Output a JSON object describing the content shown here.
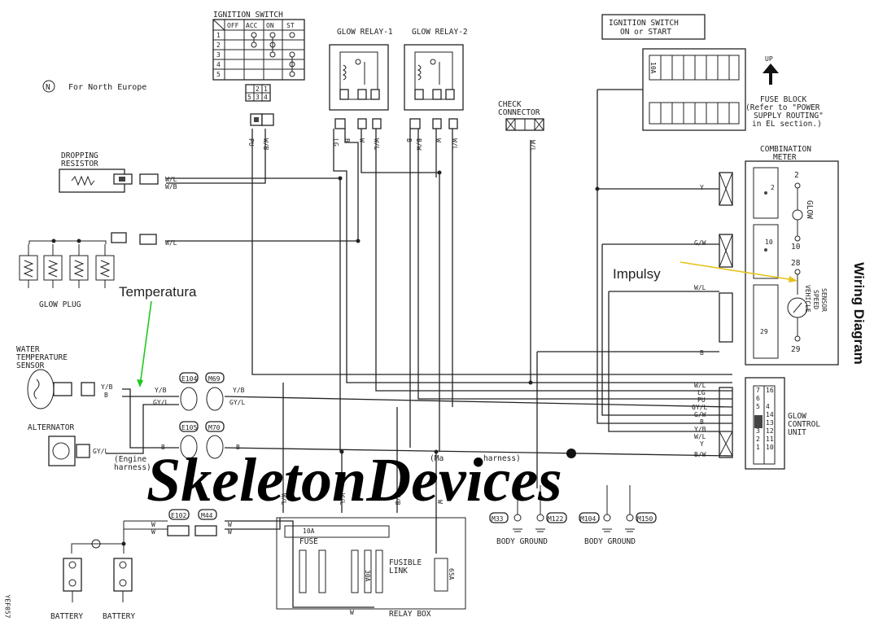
{
  "diagram_title": "Wiring Diagram",
  "note": {
    "symbol": "N",
    "text": "For North Europe"
  },
  "ignition_switch": {
    "title": "IGNITION SWITCH",
    "columns": [
      "OFF",
      "ACC",
      "ON",
      "ST"
    ],
    "rows": [
      "1",
      "2",
      "3",
      "4",
      "5"
    ],
    "connector_pins": [
      "2",
      "1",
      "5",
      "3",
      "4"
    ]
  },
  "relays": {
    "relay1": "GLOW RELAY-1",
    "relay2": "GLOW RELAY-2"
  },
  "check_connector": {
    "line1": "CHECK",
    "line2": "CONNECTOR"
  },
  "ign_on_start": {
    "line1": "IGNITION SWITCH",
    "line2": "ON or START"
  },
  "fuse_block": {
    "fuse": "10A",
    "up": "UP",
    "line1": "FUSE BLOCK",
    "line2": "(Refer to \"POWER",
    "line3": "SUPPLY ROUTING\"",
    "line4": "in EL section.)"
  },
  "combination_meter": {
    "title1": "COMBINATION",
    "title2": "METER",
    "glow_label": "GLOW",
    "vss_label1": "VEHICLE",
    "vss_label2": "SPEED",
    "vss_label3": "SENSOR",
    "pins": [
      "2",
      "10",
      "28",
      "29"
    ],
    "connector_pins": [
      "2",
      "10",
      "29"
    ]
  },
  "left_components": {
    "dropping_resistor1": "DROPPING",
    "dropping_resistor2": "RESISTOR",
    "glow_plug": "GLOW PLUG",
    "water_temp1": "WATER",
    "water_temp2": "TEMPERATURE",
    "water_temp3": "SENSOR",
    "alternator": "ALTERNATOR",
    "battery1": "BATTERY",
    "battery2": "BATTERY",
    "engine_harness1": "(Engine",
    "engine_harness2": "harness)",
    "main_harness_partial": "(Ma",
    "main_harness_partial2": "harness)"
  },
  "connectors": [
    "E104",
    "M69",
    "E105",
    "M70",
    "E102",
    "M44",
    "M33",
    "M122",
    "M104",
    "M150"
  ],
  "wire_colors": {
    "pu": "PU",
    "wb": "W/B",
    "lg": "LG",
    "b": "B",
    "w": "W",
    "wl": "W/L",
    "bw": "B/W",
    "yb": "Y/B",
    "gyl": "GY/L",
    "y": "Y",
    "gw": "G/W"
  },
  "glow_control_unit": {
    "line1": "GLOW",
    "line2": "CONTROL",
    "line3": "UNIT",
    "wires": [
      "W/L",
      "LG",
      "PU",
      "GY/L",
      "G/W",
      "B",
      "Y/B",
      "W/L",
      "Y"
    ],
    "pins": [
      "7",
      "16",
      "6",
      "5",
      "4",
      "14",
      "13",
      "12",
      "3",
      "2",
      "11",
      "1",
      "10"
    ]
  },
  "relay_box": {
    "fuse_amp": "10A",
    "fuse": "FUSE",
    "fusible1": "FUSIBLE",
    "fusible2": "LINK",
    "fl_amp1": "30A",
    "fl_amp2": "65A",
    "title": "RELAY BOX",
    "bottom_wire": "W"
  },
  "grounds": {
    "g1": "BODY GROUND",
    "g2": "BODY GROUND"
  },
  "annotations": {
    "temperatura": "Temperatura",
    "impulsy": "Impulsy",
    "temperatura_color": "#22c722",
    "impulsy_color": "#e6c21a"
  },
  "watermark": "SkeletonDevices",
  "figure_code": "YEF057"
}
